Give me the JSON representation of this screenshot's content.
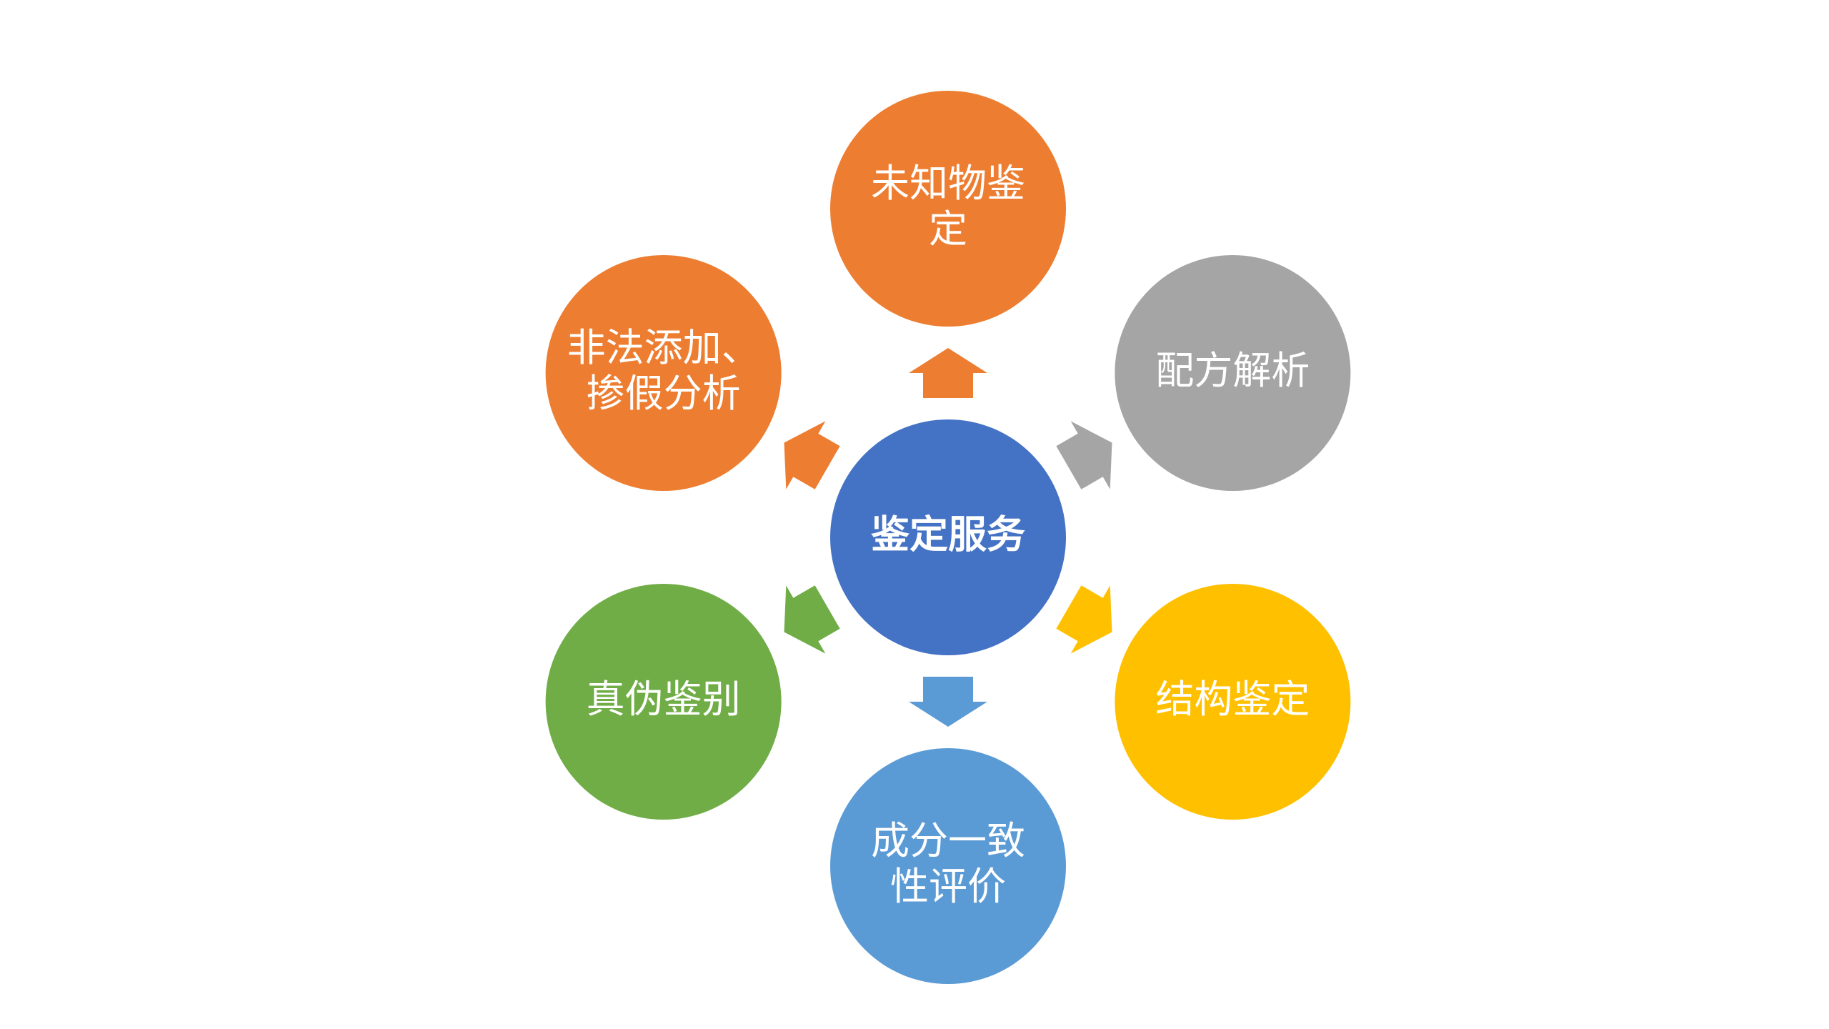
{
  "center": {
    "label": "鉴定服务",
    "color": "#4472C4"
  },
  "nodes": [
    {
      "id": "unknown",
      "lines": [
        "未知物鉴",
        "定"
      ],
      "color": "#ED7D31",
      "arrow_color": "#ED7D31"
    },
    {
      "id": "formula",
      "lines": [
        "配方解析"
      ],
      "color": "#A5A5A5",
      "arrow_color": "#A5A5A5"
    },
    {
      "id": "structure",
      "lines": [
        "结构鉴定"
      ],
      "color": "#FFC000",
      "arrow_color": "#FFC000"
    },
    {
      "id": "consistency",
      "lines": [
        "成分一致",
        "性评价"
      ],
      "color": "#5B9BD5",
      "arrow_color": "#5B9BD5"
    },
    {
      "id": "authenticity",
      "lines": [
        "真伪鉴别"
      ],
      "color": "#70AD47",
      "arrow_color": "#70AD47"
    },
    {
      "id": "adulteration",
      "lines": [
        "非法添加、",
        "掺假分析"
      ],
      "color": "#ED7D31",
      "arrow_color": "#ED7D31"
    }
  ]
}
